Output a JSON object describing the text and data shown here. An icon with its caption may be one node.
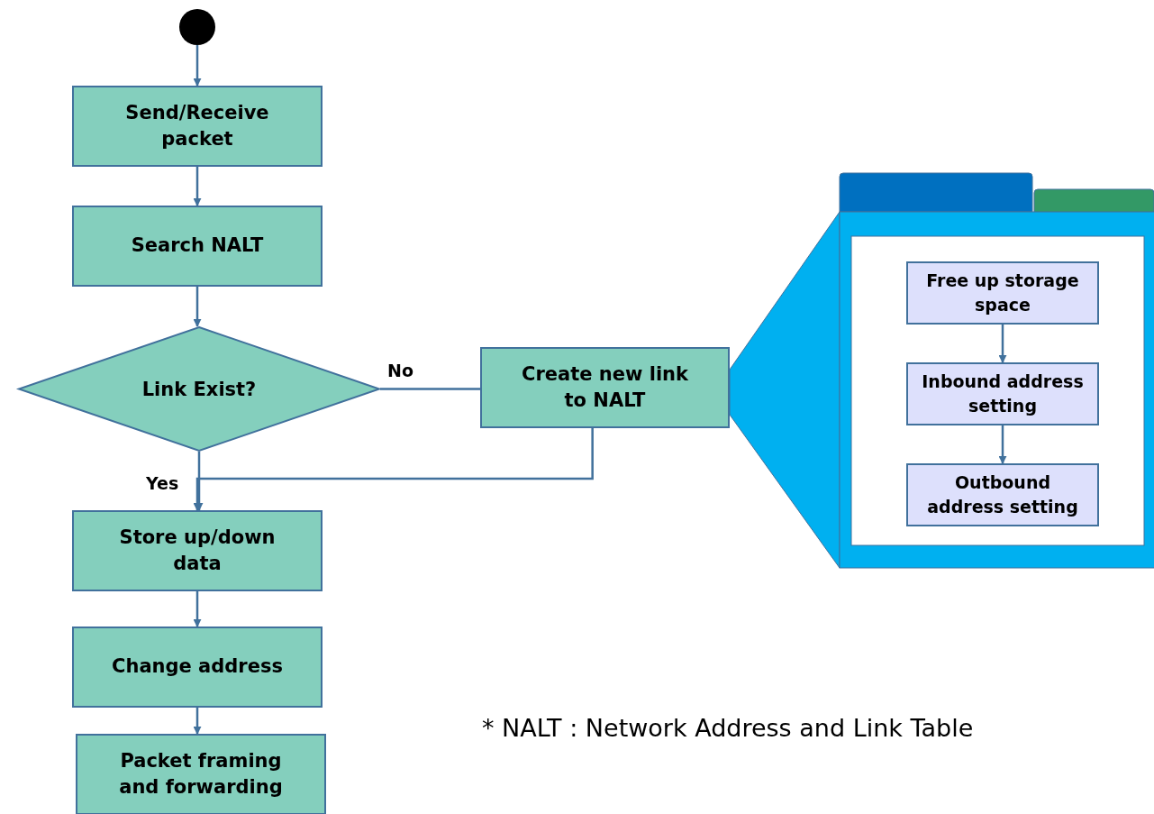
{
  "diagram": {
    "nodes": [
      {
        "text": [],
        "shape": "circle"
      },
      {
        "text": [
          "Send/Receive packet"
        ]
      },
      {
        "text": [
          "Search NALT"
        ]
      },
      {
        "text": [
          "Link Exist?"
        ]
      },
      {
        "text": [
          "Create new link to NALT"
        ]
      },
      {
        "text": [],
        "shape": "folder"
      },
      {
        "text": [
          "Free up storage space"
        ],
        "in": 5
      },
      {
        "text": [
          "Inbound address setting"
        ],
        "in": 5
      },
      {
        "text": [
          "Outbound address setting"
        ],
        "in": 5
      },
      {
        "text": [
          "Store up/down data"
        ]
      },
      {
        "text": [
          "Change address"
        ]
      },
      {
        "text": [
          "Packet framing and forwarding"
        ]
      }
    ],
    "edges": [
      {
        "from": 0,
        "to": 1,
        "arrow": "to"
      },
      {
        "from": 1,
        "to": 2,
        "arrow": "to"
      },
      {
        "from": 2,
        "to": 3,
        "arrow": "to"
      },
      {
        "from": 3,
        "to": 4,
        "arrow": "none",
        "label": "No"
      },
      {
        "from": 4,
        "to": 9,
        "arrow": "to"
      },
      {
        "from": 3,
        "to": 9,
        "arrow": "to",
        "label": "Yes"
      },
      {
        "from": 6,
        "to": 7,
        "arrow": "to"
      },
      {
        "from": 7,
        "to": 8,
        "arrow": "to"
      },
      {
        "from": 9,
        "to": 10,
        "arrow": "to"
      },
      {
        "from": 10,
        "to": 11,
        "arrow": "to"
      }
    ],
    "labels": [
      "* NALT : Network Address and Link Table"
    ]
  }
}
